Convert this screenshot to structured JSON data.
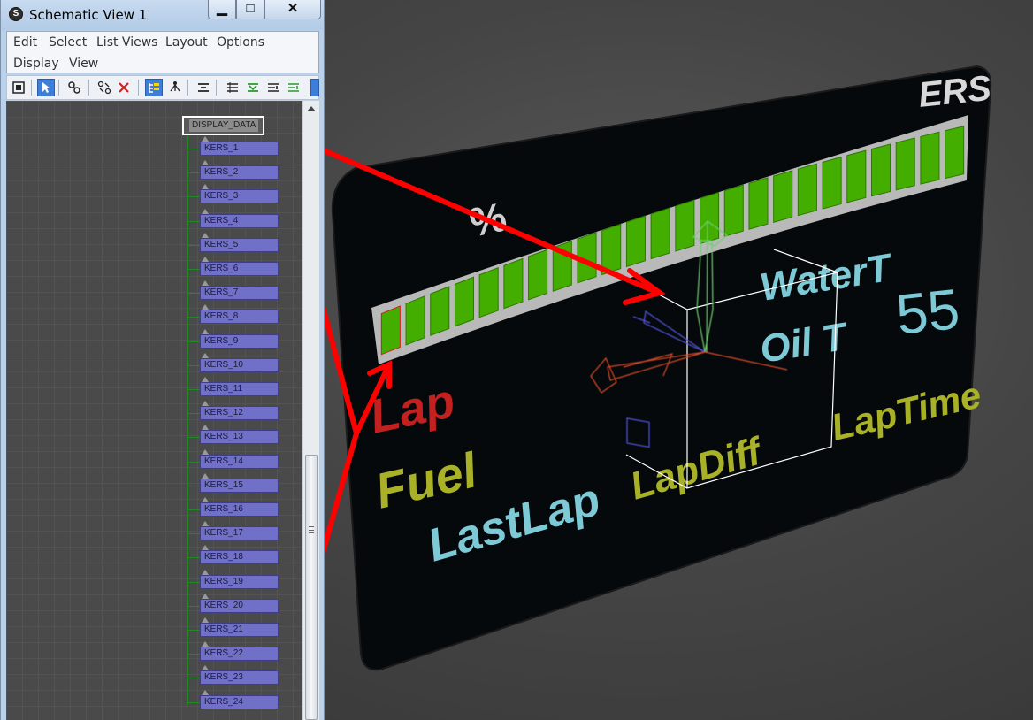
{
  "window": {
    "title": "Schematic View 1",
    "icon_glyph": "S",
    "controls": {
      "minimize": "▁",
      "maximize": "□",
      "close": "✕"
    }
  },
  "menu": {
    "items": [
      "Edit",
      "Select",
      "List Views",
      "Layout",
      "Options",
      "Display",
      "View"
    ]
  },
  "toolbar": {
    "icons": [
      "display-floater-icon",
      "select-icon",
      "link-icon",
      "unlink-icon",
      "delete-icon",
      "hierarchy-mode-icon",
      "references-mode-icon",
      "align-icon",
      "arrange-children-icon",
      "arrange-selected-icon",
      "free-all-icon",
      "free-selected-icon",
      "preferences-icon"
    ]
  },
  "schematic": {
    "parent_node": "DISPLAY_DATA",
    "nodes": [
      "KERS_1",
      "KERS_2",
      "KERS_3",
      "KERS_4",
      "KERS_5",
      "KERS_6",
      "KERS_7",
      "KERS_8",
      "KERS_9",
      "KERS_10",
      "KERS_11",
      "KERS_12",
      "KERS_13",
      "KERS_14",
      "KERS_15",
      "KERS_16",
      "KERS_17",
      "KERS_18",
      "KERS_19",
      "KERS_20",
      "KERS_21",
      "KERS_22",
      "KERS_23",
      "KERS_24"
    ]
  },
  "dashboard": {
    "ers_label": "ERS",
    "percent_label": "%",
    "water_label": "WaterT",
    "oil_label": "Oil T",
    "value_label": "55",
    "lap_label": "Lap",
    "laptime_label": "LapTime",
    "fuel_label": "Fuel",
    "lapdiff_label": "LapDiff",
    "lastlap_label": "LastLap",
    "bar_segments": 24,
    "colors": {
      "panel": "#05090b",
      "segment": "#43ad00",
      "frame": "#b9b9b9",
      "cyan_text": "#7ec9d6",
      "yellow_text": "#a9b227",
      "red_text": "#c32020",
      "annotation": "#ff0000"
    }
  }
}
